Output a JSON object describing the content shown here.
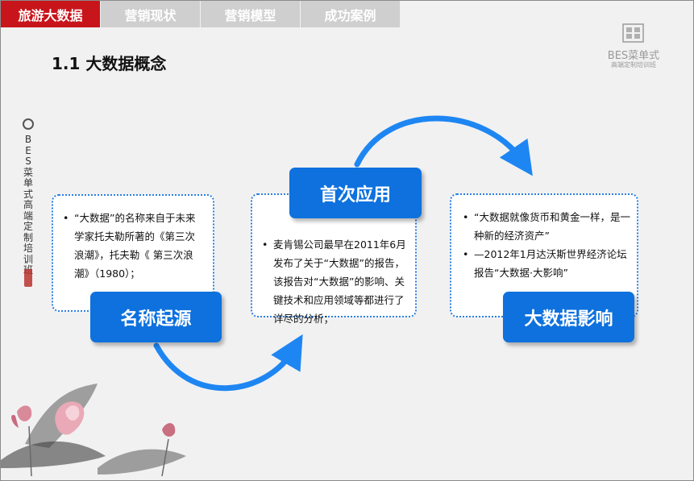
{
  "tabs": [
    {
      "label": "旅游大数据",
      "active": true
    },
    {
      "label": "营销现状",
      "active": false
    },
    {
      "label": "营销模型",
      "active": false
    },
    {
      "label": "成功案例",
      "active": false
    }
  ],
  "title": "1.1 大数据概念",
  "logo": {
    "name": "BES菜单式",
    "sub": "高端定制培训班"
  },
  "vertical_text": "BES菜单式高端定制培训班",
  "cards": {
    "origin": {
      "label": "名称起源",
      "items": [
        "“大数据”的名称来自于未来学家托夫勒所著的《第三次浪潮》，托夫勒《 第三次浪潮》（1980）；"
      ]
    },
    "application": {
      "label": "首次应用",
      "items": [
        "麦肯锡公司最早在2011年6月发布了关于“大数据”的报告，该报告对“大数据”的影响、关键技术和应用领域等都进行了详尽的分析；"
      ]
    },
    "impact": {
      "label": "大数据影响",
      "items": [
        "“大数据就像货币和黄金一样，是一种新的经济资产”",
        "—2012年1月达沃斯世界经济论坛报告“大数据·大影响”"
      ]
    }
  },
  "colors": {
    "accent_red": "#c8151b",
    "accent_blue": "#0e71de",
    "tab_inactive": "#cfcfcf"
  }
}
